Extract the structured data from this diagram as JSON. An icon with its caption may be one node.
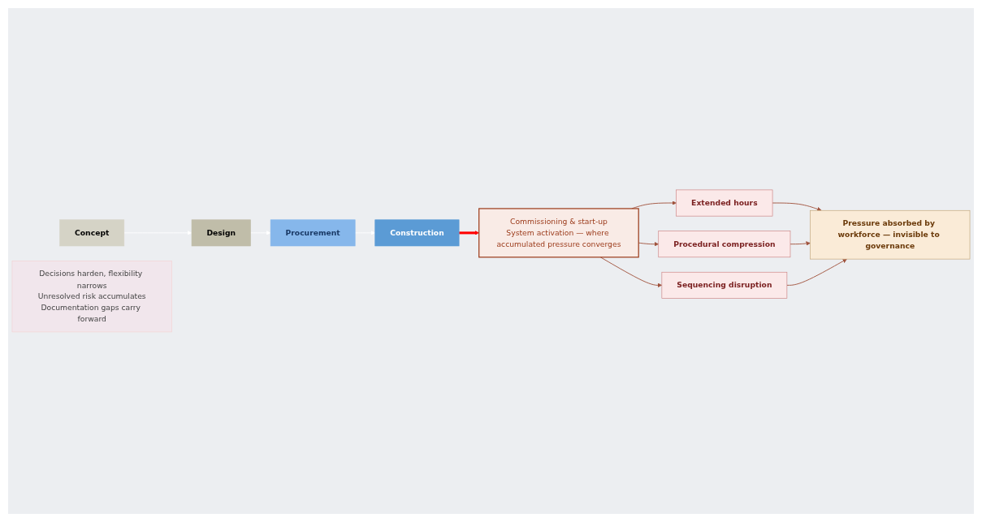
{
  "diagram": {
    "nodes": [
      {
        "text": [
          "Concept"
        ]
      },
      {
        "text": [
          "Design"
        ]
      },
      {
        "text": [
          "Procurement"
        ]
      },
      {
        "text": [
          "Construction"
        ]
      },
      {
        "text": [
          "Decisions harden, flexibility narrows",
          "Unresolved risk accumulates",
          "Documentation gaps carry forward"
        ]
      },
      {
        "text": [
          "Commissioning & start-up",
          "System activation — where accumulated pressure converges"
        ]
      },
      {
        "text": [
          "Extended hours"
        ]
      },
      {
        "text": [
          "Procedural compression"
        ]
      },
      {
        "text": [
          "Sequencing disruption"
        ]
      },
      {
        "text": [
          "Pressure absorbed by workforce — invisible to governance"
        ]
      }
    ],
    "edges": [
      {
        "from": 0,
        "to": 1,
        "arrow": "to",
        "color": "#ffffff"
      },
      {
        "from": 1,
        "to": 2,
        "arrow": "to",
        "color": "#ffffff"
      },
      {
        "from": 2,
        "to": 3,
        "arrow": "to",
        "color": "#ffffff"
      },
      {
        "from": 3,
        "to": 5,
        "arrow": "to",
        "style": "thick",
        "color": "#ff0000"
      },
      {
        "from": 5,
        "to": 6,
        "arrow": "to"
      },
      {
        "from": 5,
        "to": 7,
        "arrow": "to"
      },
      {
        "from": 5,
        "to": 8,
        "arrow": "to"
      },
      {
        "from": 6,
        "to": 9,
        "arrow": "to"
      },
      {
        "from": 7,
        "to": 9,
        "arrow": "to"
      },
      {
        "from": 8,
        "to": 9,
        "arrow": "to"
      }
    ]
  }
}
